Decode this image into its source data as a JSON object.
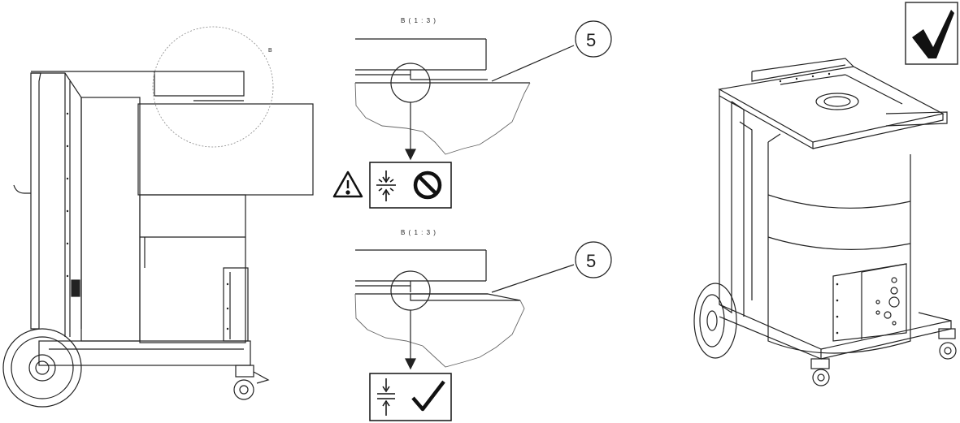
{
  "left_view": {
    "detail_marker": "B"
  },
  "detail_top": {
    "title": "B ( 1 : 3 )",
    "callout": "5",
    "icons": [
      "warning-triangle-icon",
      "clearance-conflict-icon",
      "prohibited-icon"
    ]
  },
  "detail_bottom": {
    "title": "B ( 1 : 3 )",
    "callout": "5",
    "icons": [
      "clearance-ok-icon",
      "checkmark-icon"
    ]
  },
  "right_view": {
    "status_icon": "checkmark-icon"
  }
}
